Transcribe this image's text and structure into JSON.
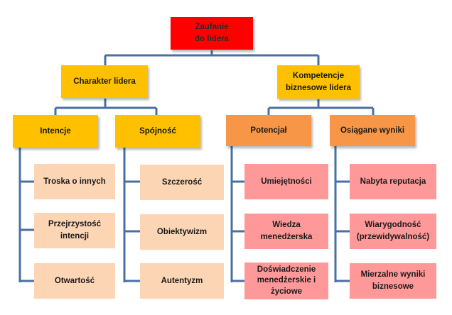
{
  "root": {
    "label_line1": "Zaufanie",
    "label_line2": "do lidera",
    "color": "#ff0000"
  },
  "left_branch": {
    "label": "Charakter lidera",
    "color": "#ffc000",
    "groups": [
      {
        "label": "Intencje",
        "items": [
          "Troska o innych",
          "Przejrzystość\nintencji",
          "Otwartość"
        ]
      },
      {
        "label": "Spójność",
        "items": [
          "Szczerość",
          "Obiektywizm",
          "Autentyzm"
        ]
      }
    ]
  },
  "right_branch": {
    "label_line1": "Kompetencje",
    "label_line2": "biznesowe lidera",
    "color": "#ffc000",
    "groups": [
      {
        "label": "Potencjał",
        "items": [
          "Umiejętności",
          "Wiedza\nmenedżerska",
          "Doświadczenie\nmenedżerskie i\nżyciowe"
        ]
      },
      {
        "label": "Osiągane wyniki",
        "items": [
          "Nabyta reputacja",
          "Wiarygodność\n(przewidywalność)",
          "Mierzalne wyniki\nbiznesowe"
        ]
      }
    ]
  },
  "colors": {
    "connector": "#4a6fa5",
    "leaf_left": "#fcd5b5",
    "leaf_right": "#ff9999",
    "group_right": "#f79646"
  }
}
